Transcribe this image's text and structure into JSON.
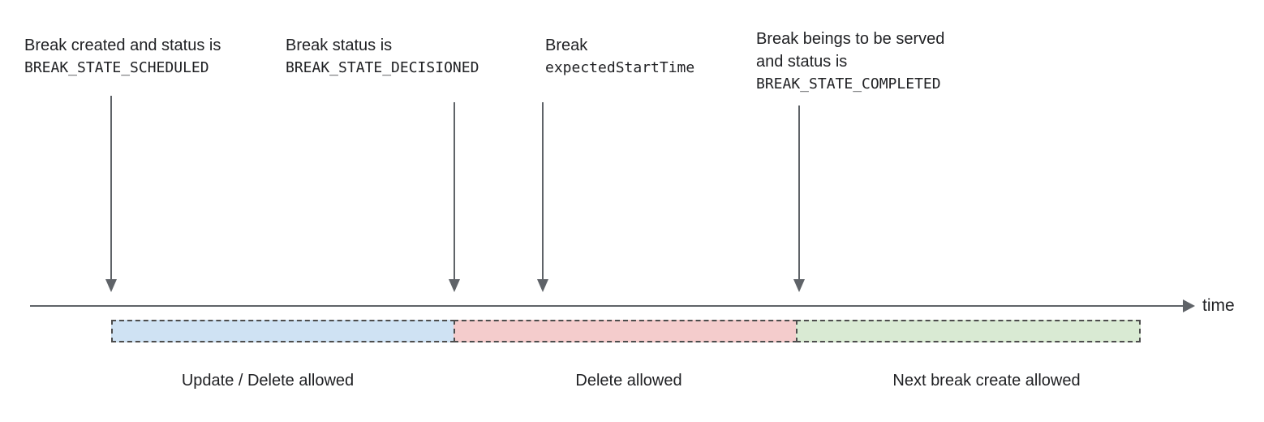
{
  "diagram": {
    "annotations": [
      {
        "lines": [
          {
            "text": "Break created and status is"
          },
          {
            "text": "BREAK_STATE_SCHEDULED"
          }
        ]
      },
      {
        "lines": [
          {
            "text": "Break status is"
          },
          {
            "text": "BREAK_STATE_DECISIONED"
          }
        ]
      },
      {
        "lines": [
          {
            "text": "Break"
          },
          {
            "text": "expectedStartTime"
          }
        ]
      },
      {
        "lines": [
          {
            "text": "Break beings to be served"
          },
          {
            "text": "and status is"
          },
          {
            "text": "BREAK_STATE_COMPLETED"
          }
        ]
      }
    ],
    "timeline": {
      "axis_label": "time"
    },
    "segments": [
      {
        "label": "Update / Delete allowed",
        "fill": "#cfe2f3"
      },
      {
        "label": "Delete allowed",
        "fill": "#f4cccc"
      },
      {
        "label": "Next break create allowed",
        "fill": "#d9ead3"
      }
    ],
    "colors": {
      "arrow": "#5f6368",
      "text": "#202124",
      "segment_border": "#4d4d4d"
    }
  }
}
